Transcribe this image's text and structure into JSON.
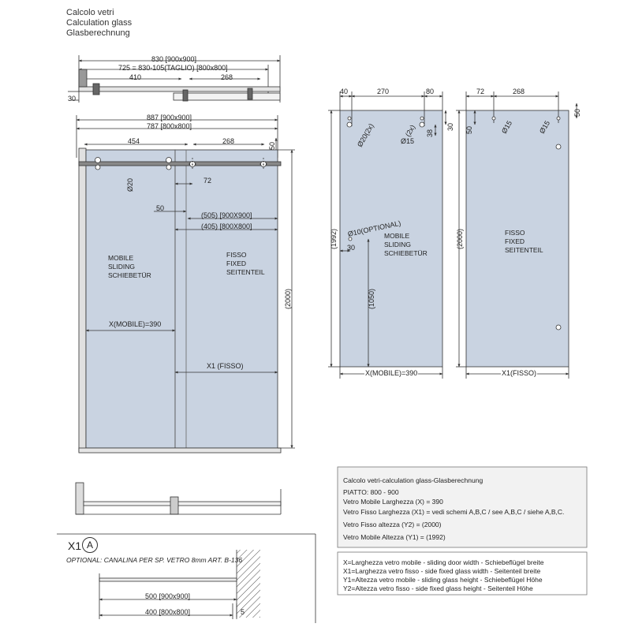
{
  "header": {
    "line1": "Calcolo vetri",
    "line2": "Calculation glass",
    "line3": "Glasberechnung"
  },
  "top_view": {
    "dim_830": "830 [900x900]",
    "dim_725": "725 = 830-105(TAGLIO) [800x800]",
    "dim_410": "410",
    "dim_268": "268",
    "dim_30": "30"
  },
  "front_view": {
    "dim_887": "887 [900x900]",
    "dim_787": "787 [800x800]",
    "dim_454": "454",
    "dim_268": "268",
    "dim_50": "50",
    "dim_20": "Ø20",
    "dim_72": "72",
    "dim_50b": "50",
    "dim_505": "(505) [900X900]",
    "dim_405": "(405) [800X800]",
    "mobile_1": "MOBILE",
    "mobile_2": "SLIDING",
    "mobile_3": "SCHIEBETÜR",
    "fisso_1": "FISSO",
    "fisso_2": "FIXED",
    "fisso_3": "SEITENTEIL",
    "x_mobile": "X(MOBILE)=390",
    "x1_fisso": "X1 (FISSO)",
    "dim_2000": "(2000)"
  },
  "mobile_panel": {
    "dim_40": "40",
    "dim_270": "270",
    "dim_80": "80",
    "dim_30": "30",
    "hole_20": "Ø20(2x)",
    "hole_15a": "(2x)",
    "hole_15b": "Ø15",
    "dim_38": "38",
    "dim_1992": "(1992)",
    "dim_opt": "Ø10(OPTIONAL)",
    "dim_30b": "30",
    "dim_1050": "(1050)",
    "label_1": "MOBILE",
    "label_2": "SLIDING",
    "label_3": "SCHIEBETÜR",
    "bottom": "X(MOBILE)=390"
  },
  "fixed_panel": {
    "dim_72": "72",
    "dim_268": "268",
    "dim_50": "50",
    "dim_50r": "50",
    "hole_a": "Ø15",
    "hole_b": "Ø15",
    "dim_2000": "(2000)",
    "label_1": "FISSO",
    "label_2": "FIXED",
    "label_3": "SEITENTEIL",
    "bottom": "X1(FISSO)"
  },
  "calc_box": {
    "title": "Calcolo vetri-calculation glass-Glasberechnung",
    "line1": "PIATTO: 800 - 900",
    "line2": "Vetro Mobile Larghezza (X) = 390",
    "line3": "Vetro Fisso Larghezza (X1) = vedi schemi  A,B,C / see A,B,C / siehe A,B,C.",
    "line4": "Vetro Fisso altezza (Y2) = (2000)",
    "line5": "Vetro Mobile Altezza (Y1) = (1992)"
  },
  "legend_box": {
    "line1": "X=Larghezza vetro mobile - sliding door width - Schiebeflügel breite",
    "line2": "X1=Larghezza vetro fisso - side fixed glass width - Seitenteil breite",
    "line3": "Y1=Altezza vetro mobile - sliding glass height - Schiebeflügel Höhe",
    "line4": "Y2=Altezza vetro fisso - side fixed glass height - Seitenteil Höhe"
  },
  "detail_a": {
    "label": "X1",
    "circle": "A",
    "optional": "OPTIONAL: CANALINA PER SP. VETRO 8mm ART. B-136",
    "dim_500": "500 [900x900]",
    "dim_400": "400 [800x800]",
    "dim_5": "5"
  },
  "colors": {
    "glass": "#c9d3e1",
    "line": "#333333",
    "frame": "#555555"
  }
}
